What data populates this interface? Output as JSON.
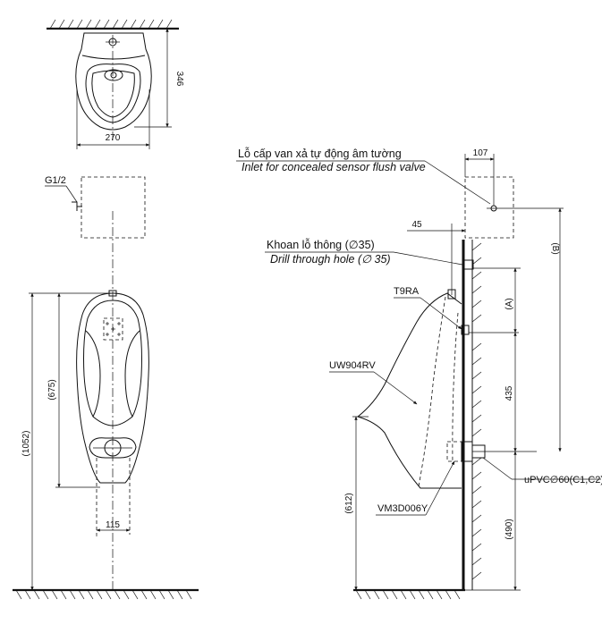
{
  "dims": {
    "top_height": "346",
    "top_width": "270",
    "front_overall": "(1052)",
    "front_inner": "(675)",
    "front_outlet": "115",
    "side_107": "107",
    "side_45": "45",
    "side_B": "(B)",
    "side_A": "(A)",
    "side_435": "435",
    "side_612": "(612)",
    "side_490": "(490)"
  },
  "labels": {
    "g12": "G1/2",
    "inlet_vi": "Lỗ cấp van xả tự động âm tường",
    "inlet_en": "Inlet for concealed sensor flush valve",
    "drill_vi": "Khoan lỗ thông (∅35)",
    "drill_en": "Drill through hole (∅ 35)",
    "t9ra": "T9RA",
    "uw904rv": "UW904RV",
    "vm3d006y": "VM3D006Y",
    "upvc": "uPVC∅60(C1,C2)"
  }
}
